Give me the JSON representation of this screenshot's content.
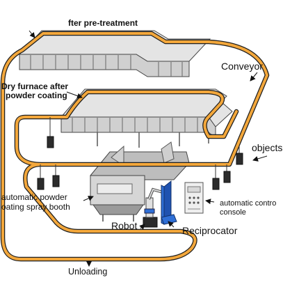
{
  "labels": {
    "pretreatment": "fter pre-treatment",
    "conveyor": "Conveyor",
    "dry_furnace_line1": "Dry furnace after",
    "dry_furnace_line2": "powder coating",
    "objects": "objects",
    "booth_line1": "automatic powder",
    "booth_line2": "oating spray booth",
    "console_line1": "automatic contro",
    "console_line2": "console",
    "robot": "Robot",
    "reciprocator": "Reciprocator",
    "unloading": "Unloading"
  },
  "colors": {
    "conveyor": "#f3a73b",
    "conveyor_edge": "#222222",
    "structure": "#c8c8c8",
    "structure_dark": "#8f8f8f",
    "reciprocator": "#2f6fd6",
    "hanging_object": "#2c2c2c"
  }
}
